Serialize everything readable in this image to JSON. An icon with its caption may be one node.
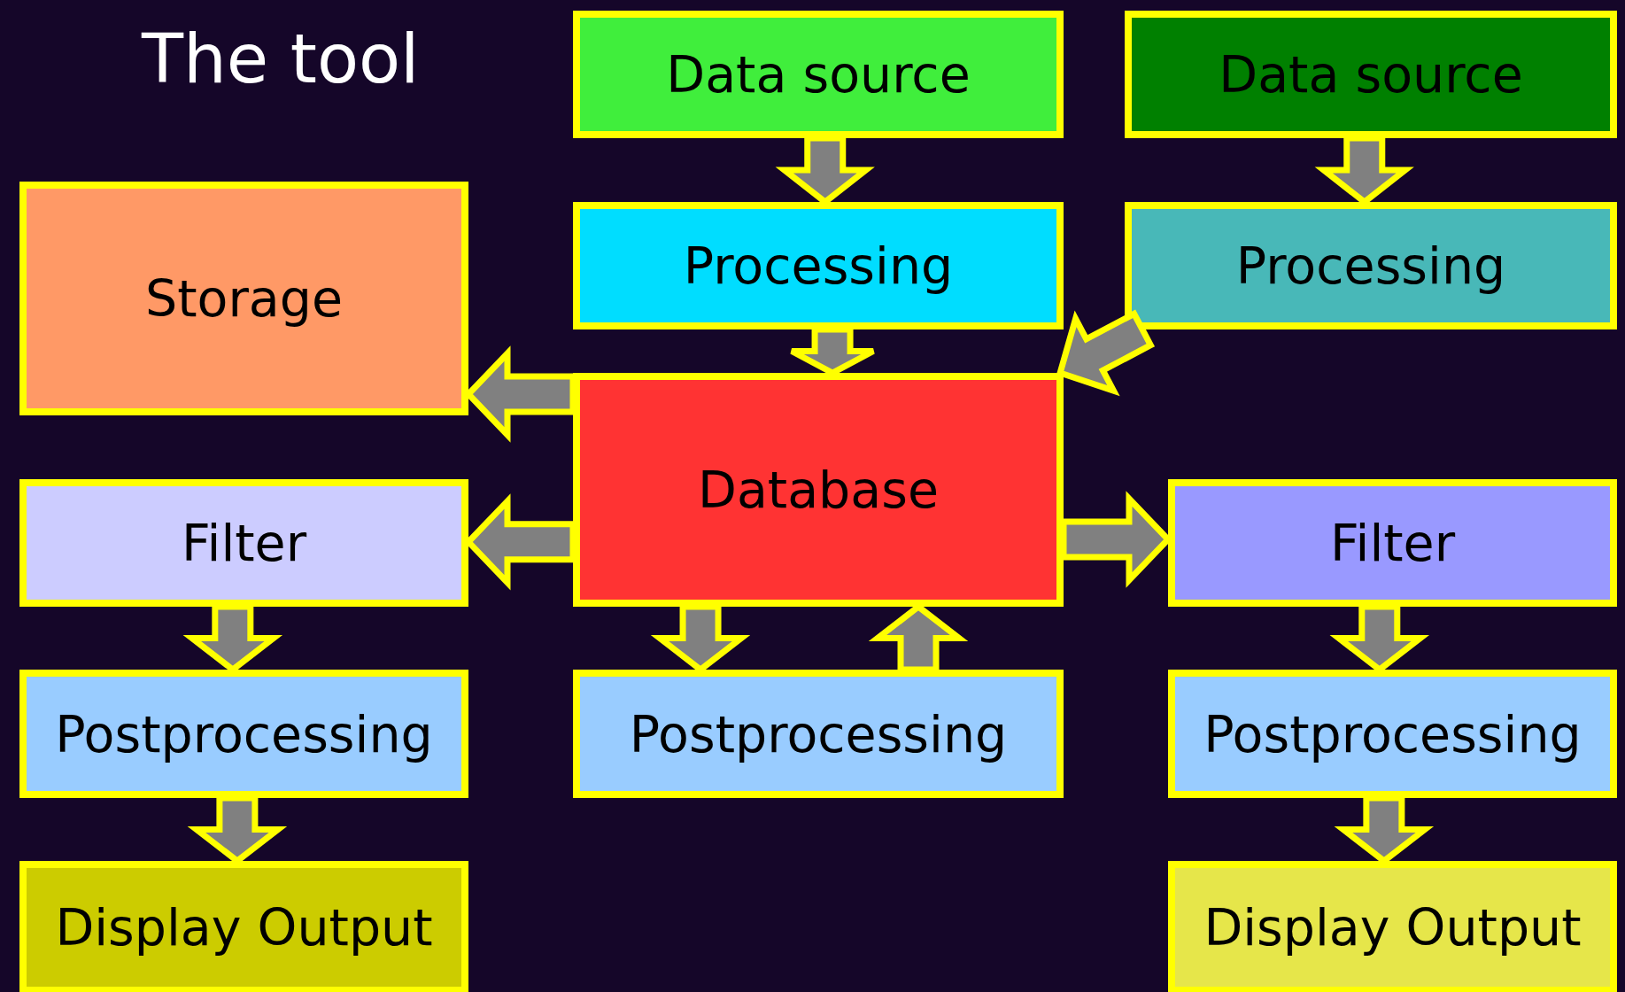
{
  "diagram": {
    "title": "The tool",
    "nodes": [
      {
        "text": [
          "Data source"
        ]
      },
      {
        "text": [
          "Data source"
        ]
      },
      {
        "text": [
          "Storage"
        ]
      },
      {
        "text": [
          "Processing"
        ]
      },
      {
        "text": [
          "Processing"
        ]
      },
      {
        "text": [
          "Database"
        ]
      },
      {
        "text": [
          "Filter"
        ]
      },
      {
        "text": [
          "Filter"
        ]
      },
      {
        "text": [
          "Postprocessing"
        ]
      },
      {
        "text": [
          "Postprocessing"
        ]
      },
      {
        "text": [
          "Postprocessing"
        ]
      },
      {
        "text": [
          "Display Output"
        ]
      },
      {
        "text": [
          "Display Output"
        ]
      }
    ],
    "edges": [
      {
        "from": 0,
        "to": 3,
        "arrow": "to"
      },
      {
        "from": 1,
        "to": 4,
        "arrow": "to"
      },
      {
        "from": 3,
        "to": 5,
        "arrow": "to"
      },
      {
        "from": 4,
        "to": 5,
        "arrow": "to"
      },
      {
        "from": 5,
        "to": 2,
        "arrow": "to"
      },
      {
        "from": 5,
        "to": 6,
        "arrow": "to"
      },
      {
        "from": 5,
        "to": 7,
        "arrow": "to"
      },
      {
        "from": 5,
        "to": 9,
        "arrow": "to"
      },
      {
        "from": 9,
        "to": 5,
        "arrow": "to"
      },
      {
        "from": 6,
        "to": 8,
        "arrow": "to"
      },
      {
        "from": 8,
        "to": 11,
        "arrow": "to"
      },
      {
        "from": 7,
        "to": 10,
        "arrow": "to"
      },
      {
        "from": 10,
        "to": 12,
        "arrow": "to"
      }
    ]
  }
}
